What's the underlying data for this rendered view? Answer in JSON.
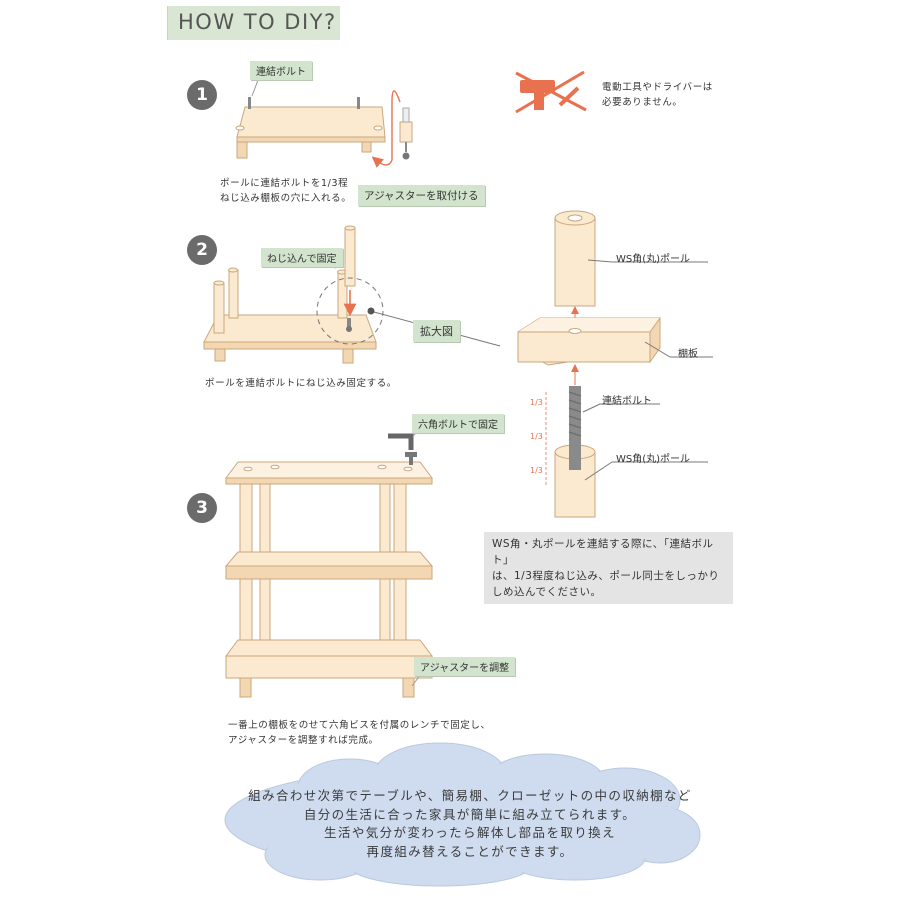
{
  "title": "HOW TO DIY?",
  "steps": [
    {
      "number": "1",
      "tag_bolt": "連結ボルト",
      "tag_adjuster": "アジャスターを取付ける",
      "caption_line1": "ポールに連結ボルトを1/3程",
      "caption_line2": "ねじ込み棚板の穴に入れる。"
    },
    {
      "number": "2",
      "tag_fix": "ねじ込んで固定",
      "tag_zoom": "拡大図",
      "caption": "ポールを連結ボルトにねじ込み固定する。"
    },
    {
      "number": "3",
      "tag_hex": "六角ボルトで固定",
      "tag_adjust": "アジャスターを調整",
      "caption_line1": "一番上の棚板をのせて六角ビスを付属のレンチで固定し、",
      "caption_line2": "アジャスターを調整すれば完成。"
    }
  ],
  "tool_note": {
    "line1": "電動工具やドライバーは",
    "line2": "必要ありません。"
  },
  "detail": {
    "pole_top_label": "WS角(丸)ポール",
    "shelf_label": "棚板",
    "bolt_label": "連結ボルト",
    "pole_bottom_label": "WS角(丸)ポール",
    "fractions": [
      "1/3",
      "1/3",
      "1/3"
    ],
    "note_line1": "WS角・丸ポールを連結する際に、「連結ボルト」",
    "note_line2": "は、1/3程度ねじ込み、ポール同士をしっかり",
    "note_line3": "しめ込んでください。"
  },
  "cloud": {
    "line1": "組み合わせ次第でテーブルや、簡易棚、クローゼットの中の収納棚など",
    "line2": "自分の生活に合った家具が簡単に組み立てられます。",
    "line3": "生活や気分が変わったら解体し部品を取り換え",
    "line4": "再度組み替えることができます。"
  },
  "colors": {
    "wood": "#fbe9d0",
    "wood_edge": "#c9a77e",
    "accent": "#e8714f",
    "tag_bg": "#d2e4cd",
    "cloud": "#cfdcf0"
  }
}
